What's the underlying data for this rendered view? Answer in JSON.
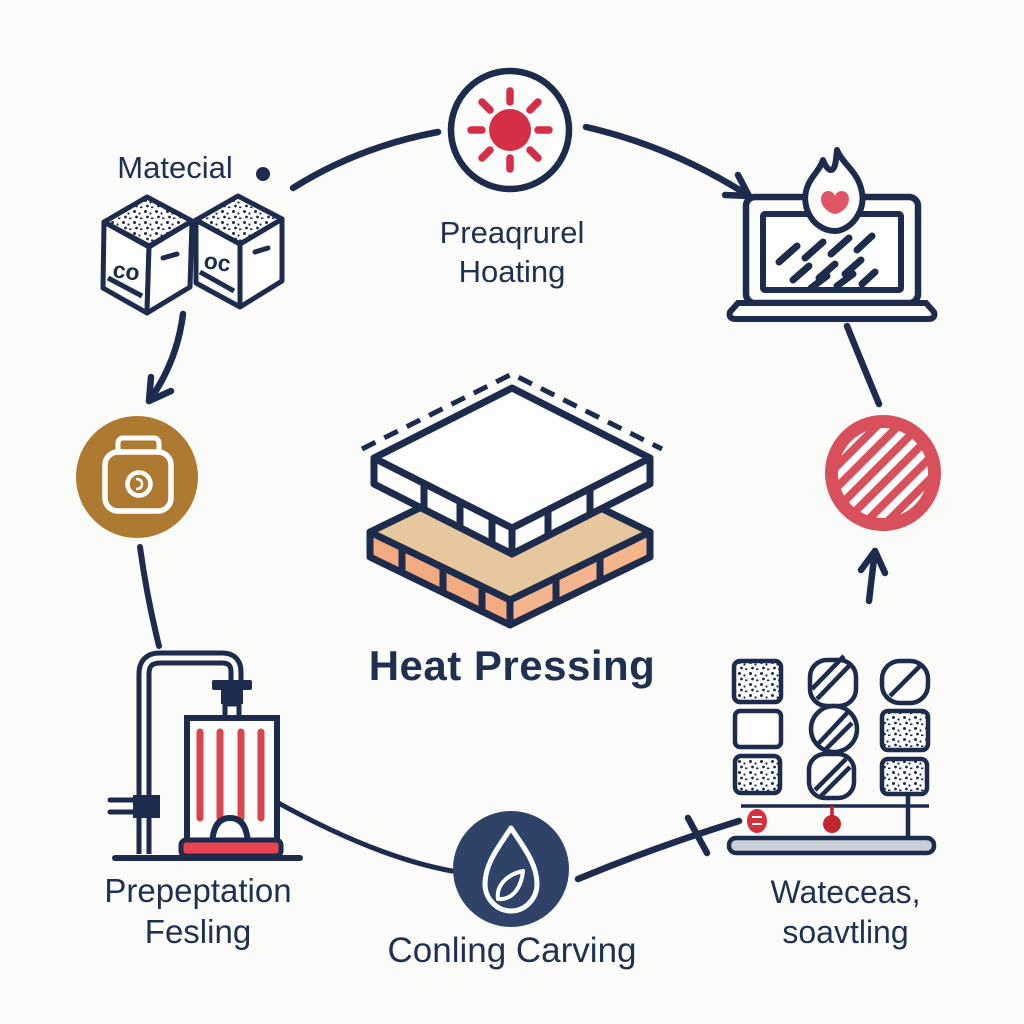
{
  "diagram": {
    "title": "Heat Pressing",
    "nodes": {
      "material": {
        "label": "Matecial",
        "cube1_label": "co",
        "cube2_label": "oc"
      },
      "preheating": {
        "line1": "Preaqrurel",
        "line2": "Hoating"
      },
      "pressing": {
        "label": "Heat Pressing"
      },
      "preparation": {
        "line1": "Prepeptation",
        "line2": "Fesling"
      },
      "cooling": {
        "label": "Conling Carving"
      },
      "watering": {
        "line1": "Wateceas,",
        "line2": "soavtling"
      }
    },
    "icons": {
      "sun": "sun-icon",
      "laptop_flame": "laptop-flame-icon",
      "hatched_circle": "hatched-circle-icon",
      "material_cubes": "material-cubes-icon",
      "wallet": "wallet-icon",
      "boiler": "boiler-icon",
      "water_drop": "water-drop-icon",
      "specimen_grid": "specimen-grid-icon",
      "press_plates": "press-plates-icon"
    },
    "colors": {
      "navy": "#1d2b4c",
      "red": "#d42f46",
      "hatch_red": "#d8505c",
      "brown": "#ae7931",
      "cooling_navy": "#2e4367",
      "plate_tan": "#e7c79e",
      "plate_peach": "#f2ab80",
      "gray_bar": "#c9cfd8"
    }
  }
}
